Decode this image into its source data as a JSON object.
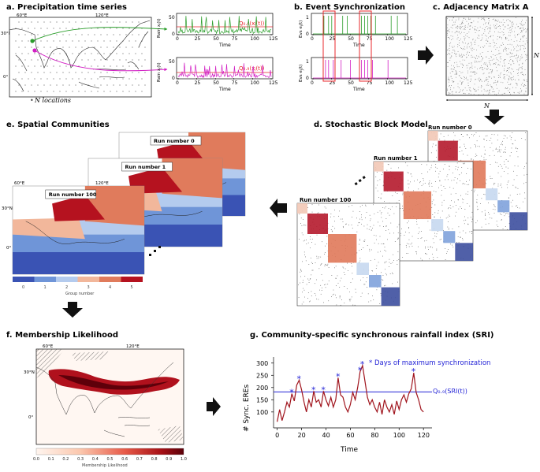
{
  "panels": {
    "a": {
      "title": "a. Precipitation time series",
      "lon_labels": [
        "60°E",
        "120°E"
      ],
      "lat_labels": [
        "30°N",
        "0°"
      ],
      "legend_text": "N locations",
      "legend_symbol": "•",
      "rain_ylabel_top": "Rain x",
      "rain_ylabel_top_sub": "i",
      "rain_ylabel_top_suffix": "(t)",
      "rain_ylabel_bottom": "Rain x",
      "rain_ylabel_bottom_sub": "j",
      "rain_ylabel_bottom_suffix": "(t)",
      "threshold_top": "Q₀.₉(xᵢ(t))",
      "threshold_bottom": "Q₀.₉(xⱼ(t))",
      "yticks": [
        "0",
        "50"
      ],
      "xticks": [
        "0",
        "25",
        "50",
        "75",
        "100",
        "125"
      ],
      "xlabel": "Time",
      "colors": {
        "top": "#2a9d2a",
        "bottom": "#d21fc4",
        "threshold": "#e8282e"
      }
    },
    "b": {
      "title": "b. Event Synchronization",
      "ylabel_top": "Evs e",
      "ylabel_top_sub": "i",
      "ylabel_top_suffix": "(t)",
      "ylabel_bottom": "Evs e",
      "ylabel_bottom_sub": "j",
      "ylabel_bottom_suffix": "(t)",
      "yticks": [
        "0",
        "1"
      ],
      "xticks": [
        "0",
        "25",
        "50",
        "75",
        "100",
        "125"
      ],
      "xlabel": "Time"
    },
    "c": {
      "title": "c. Adjacency Matrix A",
      "dim_label_right": "N",
      "dim_label_bottom": "N"
    },
    "d": {
      "title": "d. Stochastic Block Model",
      "runs": [
        "Run number 0",
        "Run number 1",
        "Run number 100"
      ]
    },
    "e": {
      "title": "e. Spatial Communities",
      "runs": [
        "Run number 0",
        "Run number 1",
        "Run number 100"
      ],
      "lon_labels": [
        "60°E",
        "120°E"
      ],
      "lat_labels": [
        "30°N",
        "0°"
      ],
      "colorbar_ticks": [
        "0",
        "1",
        "2",
        "3",
        "4",
        "5"
      ],
      "colorbar_label": "Group number",
      "group_colors": [
        "#3a53b4",
        "#6f95d8",
        "#b4cbee",
        "#f2b79b",
        "#e07b5c",
        "#b5121f"
      ]
    },
    "f": {
      "title": "f. Membership Likelihood",
      "lon_labels": [
        "60°E",
        "120°E"
      ],
      "lat_labels": [
        "30°N",
        "0°"
      ],
      "colorbar_ticks": [
        "0.0",
        "0.1",
        "0.2",
        "0.3",
        "0.4",
        "0.5",
        "0.6",
        "0.7",
        "0.8",
        "0.9",
        "1.0"
      ],
      "colorbar_label": "Membership Likelihood"
    },
    "g": {
      "title": "g. Community-specific synchronous rainfall index (SRI)",
      "ylabel": "# Sync. EREs",
      "xlabel": "Time",
      "yticks": [
        "100",
        "150",
        "200",
        "250",
        "300"
      ],
      "xticks": [
        "0",
        "20",
        "40",
        "60",
        "80",
        "100",
        "120"
      ],
      "annotation": "* Days of maximum synchronization",
      "threshold_label": "Q₀.₉(SRI(t))"
    }
  },
  "chart_data": {
    "type": "line",
    "title": "g. Community-specific synchronous rainfall index (SRI)",
    "xlabel": "Time",
    "ylabel": "# Sync. EREs",
    "xlim": [
      -3,
      127
    ],
    "ylim": [
      35,
      325
    ],
    "threshold": 182,
    "series": [
      {
        "values": [
          [
            0,
            60
          ],
          [
            2,
            110
          ],
          [
            4,
            65
          ],
          [
            6,
            100
          ],
          [
            8,
            140
          ],
          [
            10,
            120
          ],
          [
            12,
            175
          ],
          [
            14,
            145
          ],
          [
            16,
            210
          ],
          [
            18,
            230
          ],
          [
            20,
            190
          ],
          [
            22,
            140
          ],
          [
            24,
            100
          ],
          [
            26,
            150
          ],
          [
            28,
            120
          ],
          [
            30,
            185
          ],
          [
            32,
            140
          ],
          [
            34,
            150
          ],
          [
            36,
            120
          ],
          [
            38,
            185
          ],
          [
            40,
            150
          ],
          [
            42,
            125
          ],
          [
            44,
            160
          ],
          [
            46,
            120
          ],
          [
            48,
            150
          ],
          [
            50,
            240
          ],
          [
            52,
            170
          ],
          [
            54,
            160
          ],
          [
            56,
            120
          ],
          [
            58,
            100
          ],
          [
            60,
            130
          ],
          [
            62,
            180
          ],
          [
            64,
            150
          ],
          [
            66,
            200
          ],
          [
            68,
            265
          ],
          [
            70,
            290
          ],
          [
            72,
            225
          ],
          [
            74,
            160
          ],
          [
            76,
            130
          ],
          [
            78,
            150
          ],
          [
            80,
            120
          ],
          [
            82,
            100
          ],
          [
            84,
            140
          ],
          [
            86,
            90
          ],
          [
            88,
            150
          ],
          [
            90,
            120
          ],
          [
            92,
            100
          ],
          [
            94,
            130
          ],
          [
            96,
            90
          ],
          [
            98,
            145
          ],
          [
            100,
            110
          ],
          [
            102,
            150
          ],
          [
            104,
            170
          ],
          [
            106,
            140
          ],
          [
            108,
            175
          ],
          [
            110,
            195
          ],
          [
            112,
            260
          ],
          [
            114,
            180
          ],
          [
            116,
            150
          ],
          [
            118,
            110
          ],
          [
            120,
            100
          ]
        ]
      }
    ],
    "maxima": [
      [
        12,
        175
      ],
      [
        18,
        230
      ],
      [
        30,
        185
      ],
      [
        38,
        185
      ],
      [
        50,
        240
      ],
      [
        68,
        265
      ],
      [
        70,
        290
      ],
      [
        112,
        260
      ]
    ]
  }
}
